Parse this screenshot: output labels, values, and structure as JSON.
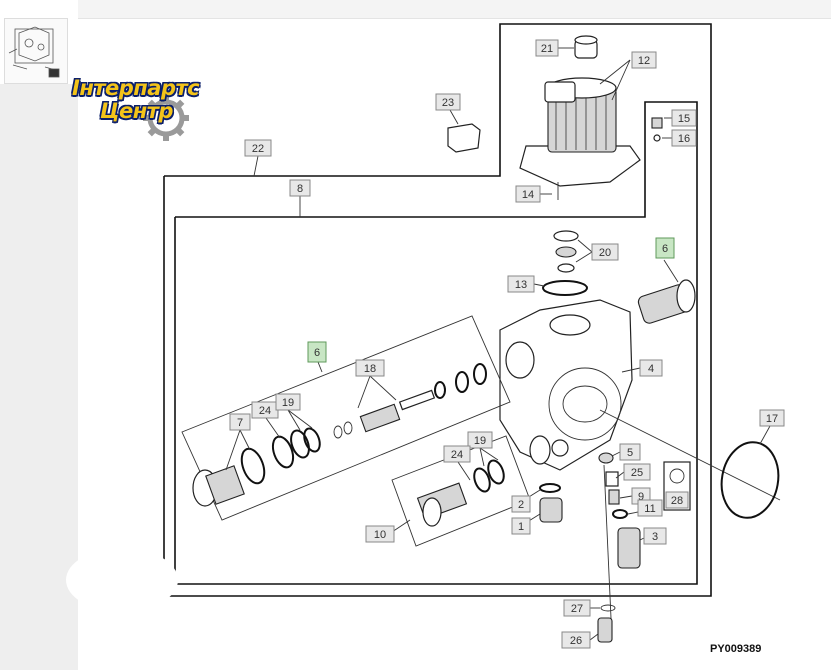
{
  "logo": {
    "line1": "Інтерпартс",
    "line2": "Центр"
  },
  "drawing_code": "PY009389",
  "callouts": [
    {
      "id": "c21",
      "text": "21"
    },
    {
      "id": "c12",
      "text": "12"
    },
    {
      "id": "c23",
      "text": "23"
    },
    {
      "id": "c15",
      "text": "15"
    },
    {
      "id": "c16",
      "text": "16"
    },
    {
      "id": "c22",
      "text": "22"
    },
    {
      "id": "c8",
      "text": "8"
    },
    {
      "id": "c14",
      "text": "14"
    },
    {
      "id": "c20",
      "text": "20"
    },
    {
      "id": "c6a",
      "text": "6"
    },
    {
      "id": "c13",
      "text": "13"
    },
    {
      "id": "c6b",
      "text": "6"
    },
    {
      "id": "c18",
      "text": "18"
    },
    {
      "id": "c4",
      "text": "4"
    },
    {
      "id": "c7",
      "text": "7"
    },
    {
      "id": "c24a",
      "text": "24"
    },
    {
      "id": "c19a",
      "text": "19"
    },
    {
      "id": "c17",
      "text": "17"
    },
    {
      "id": "c19b",
      "text": "19"
    },
    {
      "id": "c24b",
      "text": "24"
    },
    {
      "id": "c5",
      "text": "5"
    },
    {
      "id": "c25",
      "text": "25"
    },
    {
      "id": "c28",
      "text": "28"
    },
    {
      "id": "c2",
      "text": "2"
    },
    {
      "id": "c9",
      "text": "9"
    },
    {
      "id": "c11",
      "text": "11"
    },
    {
      "id": "c1",
      "text": "1"
    },
    {
      "id": "c10",
      "text": "10"
    },
    {
      "id": "c3",
      "text": "3"
    },
    {
      "id": "c27",
      "text": "27"
    },
    {
      "id": "c26",
      "text": "26"
    }
  ]
}
